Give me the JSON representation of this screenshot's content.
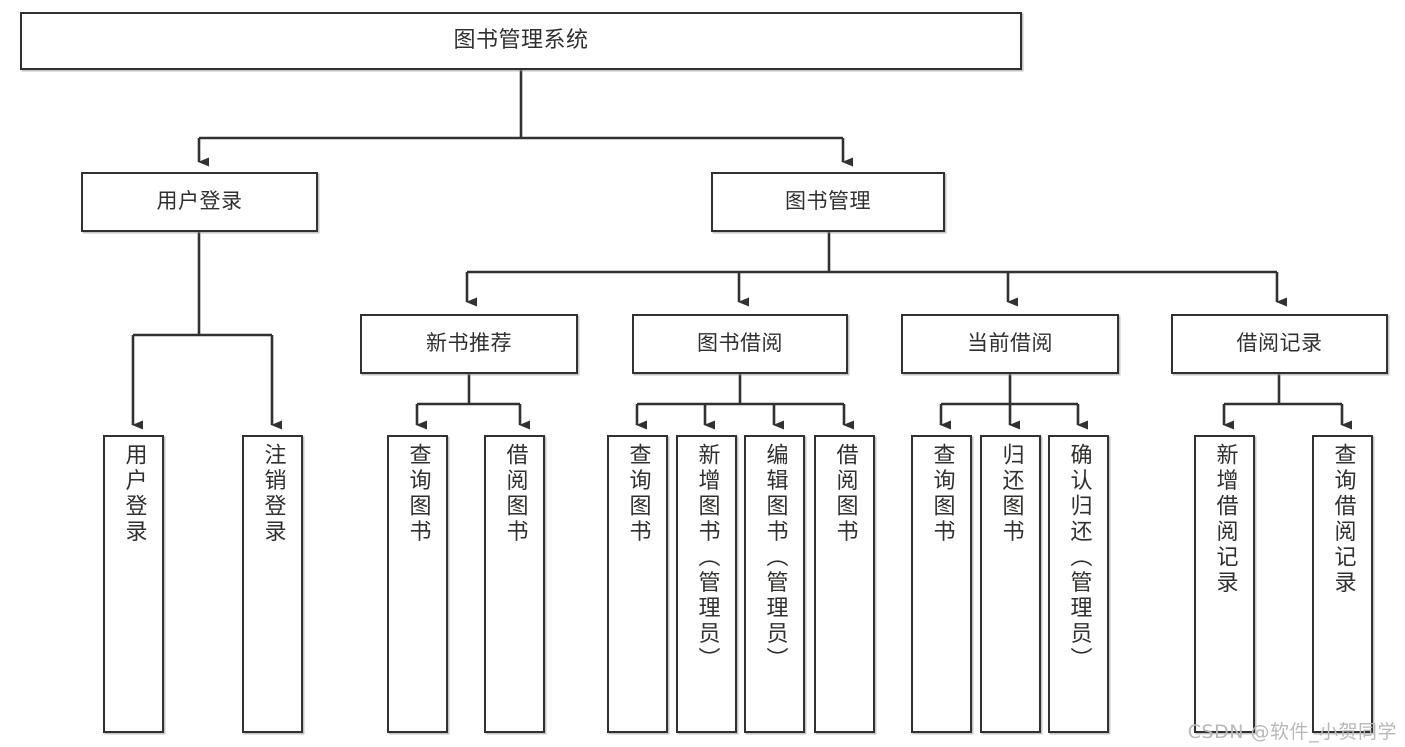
{
  "diagram": {
    "title": "图书管理系统",
    "type": "tree-hierarchy-chart",
    "line_color": "#33312f",
    "box_fill": "#ffffff",
    "text_color": "#30302f"
  },
  "nodes": {
    "root": {
      "label": "图书管理系统"
    },
    "level1": [
      {
        "label": "用户登录"
      },
      {
        "label": "图书管理"
      }
    ],
    "level2": [
      {
        "label": "新书推荐"
      },
      {
        "label": "图书借阅"
      },
      {
        "label": "当前借阅"
      },
      {
        "label": "借阅记录"
      }
    ],
    "leaves": {
      "user_login": [
        {
          "label": "用户登录"
        },
        {
          "label": "注销登录"
        }
      ],
      "new_book_recommend": [
        {
          "label": "查询图书"
        },
        {
          "label": "借阅图书"
        }
      ],
      "book_borrow": [
        {
          "label": "查询图书"
        },
        {
          "label": "新增图书（管理员）"
        },
        {
          "label": "编辑图书（管理员）"
        },
        {
          "label": "借阅图书"
        }
      ],
      "current_borrow": [
        {
          "label": "查询图书"
        },
        {
          "label": "归还图书"
        },
        {
          "label": "确认归还（管理员）"
        }
      ],
      "borrow_record": [
        {
          "label": "新增借阅记录"
        },
        {
          "label": "查询借阅记录"
        }
      ]
    }
  },
  "watermark": {
    "text": "CSDN @软件_小贺同学"
  }
}
